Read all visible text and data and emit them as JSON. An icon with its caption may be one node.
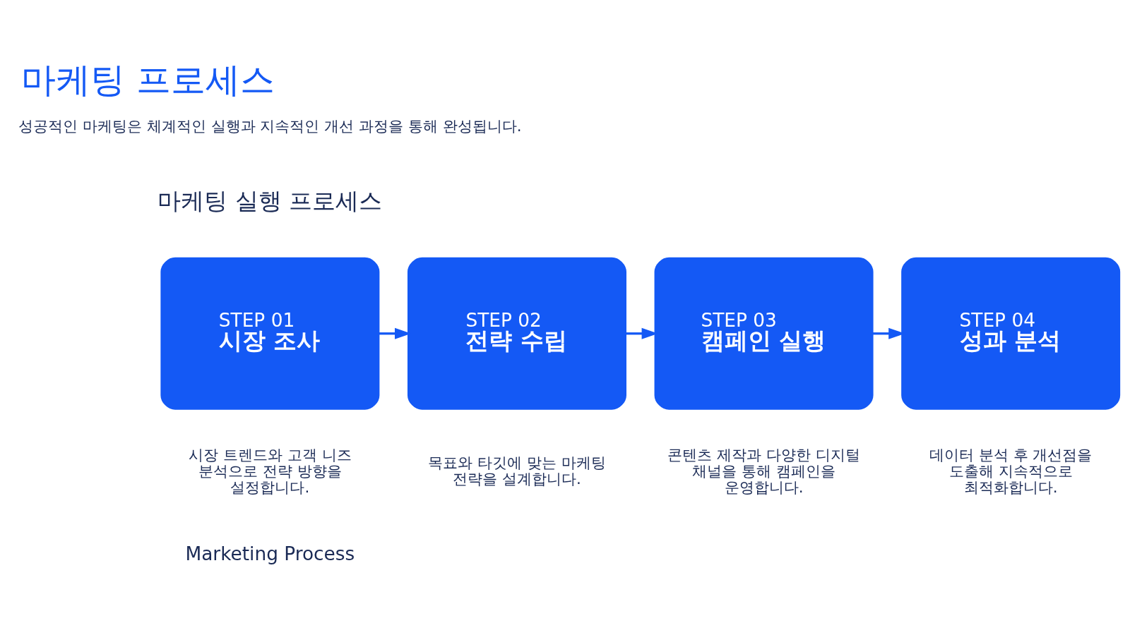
{
  "diagram": {
    "title": "마케팅 프로세스",
    "nodes": [
      {
        "text": [
          "STEP 01",
          "시장 조사"
        ],
        "beside": [
          "시장 트렌드와 고객 니즈 분석으로 전략 방향을 설정합니다."
        ]
      },
      {
        "text": [
          "STEP 02",
          "전략 수립"
        ],
        "beside": [
          "목표와 타깃에 맞는 마케팅 전략을 설계합니다."
        ]
      },
      {
        "text": [
          "STEP 03",
          "캠페인 실행"
        ],
        "beside": [
          "콘텐츠 제작과 다양한 디지털 채널을 통해 캠페인을 운영합니다."
        ]
      },
      {
        "text": [
          "STEP 04",
          "성과 분석"
        ],
        "beside": [
          "데이터 분석 후 개선점을 도출해 지속적으로 최적화합니다."
        ]
      }
    ],
    "edges": [
      {
        "from": 0,
        "to": 1,
        "arrow": "to"
      },
      {
        "from": 1,
        "to": 2,
        "arrow": "to"
      },
      {
        "from": 2,
        "to": 3,
        "arrow": "to"
      }
    ],
    "labels": [
      "성공적인 마케팅은 체계적인 실행과 지속적인 개선 과정을 통해 완성됩니다.",
      "마케팅 실행 프로세스",
      "Marketing Process"
    ]
  }
}
